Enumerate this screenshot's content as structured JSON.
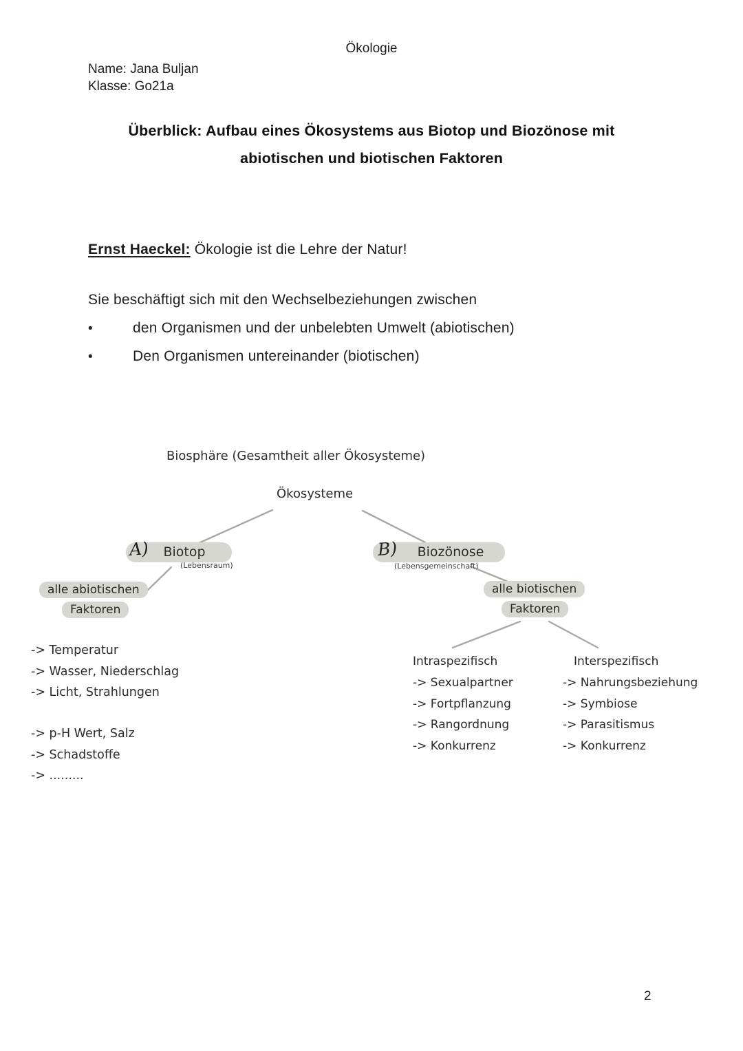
{
  "header": {
    "subject": "Ökologie",
    "name_line": "Name: Jana Buljan",
    "class_line": "Klasse: Go21a",
    "page_number": "2"
  },
  "title": {
    "line1": "Überblick: Aufbau eines Ökosystems aus Biotop und Biozönose mit",
    "line2": "abiotischen und biotischen Faktoren"
  },
  "intro": {
    "haeckel_label": "Ernst Haeckel:",
    "haeckel_text": " Ökologie ist die Lehre der Natur!",
    "lead": "Sie beschäftigt sich mit den Wechselbeziehungen zwischen",
    "bullet_glyph": "•",
    "bullets": [
      "den Organismen und der unbelebten Umwelt (abiotischen)",
      "Den Organismen untereinander (biotischen)"
    ]
  },
  "diagram": {
    "root": "Biosphäre (Gesamtheit aller Ökosysteme)",
    "level1": "Ökosysteme",
    "branch_a": {
      "prefix": "A)",
      "label": "Biotop",
      "sublabel": "(Lebensraum)",
      "highlight_line1": "alle abiotischen",
      "highlight_line2": "Faktoren",
      "items_group1": [
        "-> Temperatur",
        "-> Wasser, Niederschlag",
        "-> Licht, Strahlungen"
      ],
      "items_group2": [
        "-> p-H Wert, Salz",
        "-> Schadstoffe",
        "-> ........."
      ]
    },
    "branch_b": {
      "prefix": "B)",
      "label": "Biozönose",
      "sublabel": "(Lebensgemeinschaft)",
      "highlight_line1": "alle biotischen",
      "highlight_line2": "Faktoren",
      "intraspecific": {
        "title": "Intraspezifisch",
        "items": [
          "-> Sexualpartner",
          "-> Fortpflanzung",
          "-> Rangordnung",
          "-> Konkurrenz"
        ]
      },
      "interspecific": {
        "title": "Interspezifisch",
        "items": [
          "-> Nahrungsbeziehung",
          "-> Symbiose",
          "-> Parasitismus",
          "-> Konkurrenz"
        ]
      }
    }
  },
  "colors": {
    "text": "#1d1d1d",
    "highlight": "#d7d7d2",
    "connector": "#a8a8a4",
    "background": "#ffffff"
  }
}
